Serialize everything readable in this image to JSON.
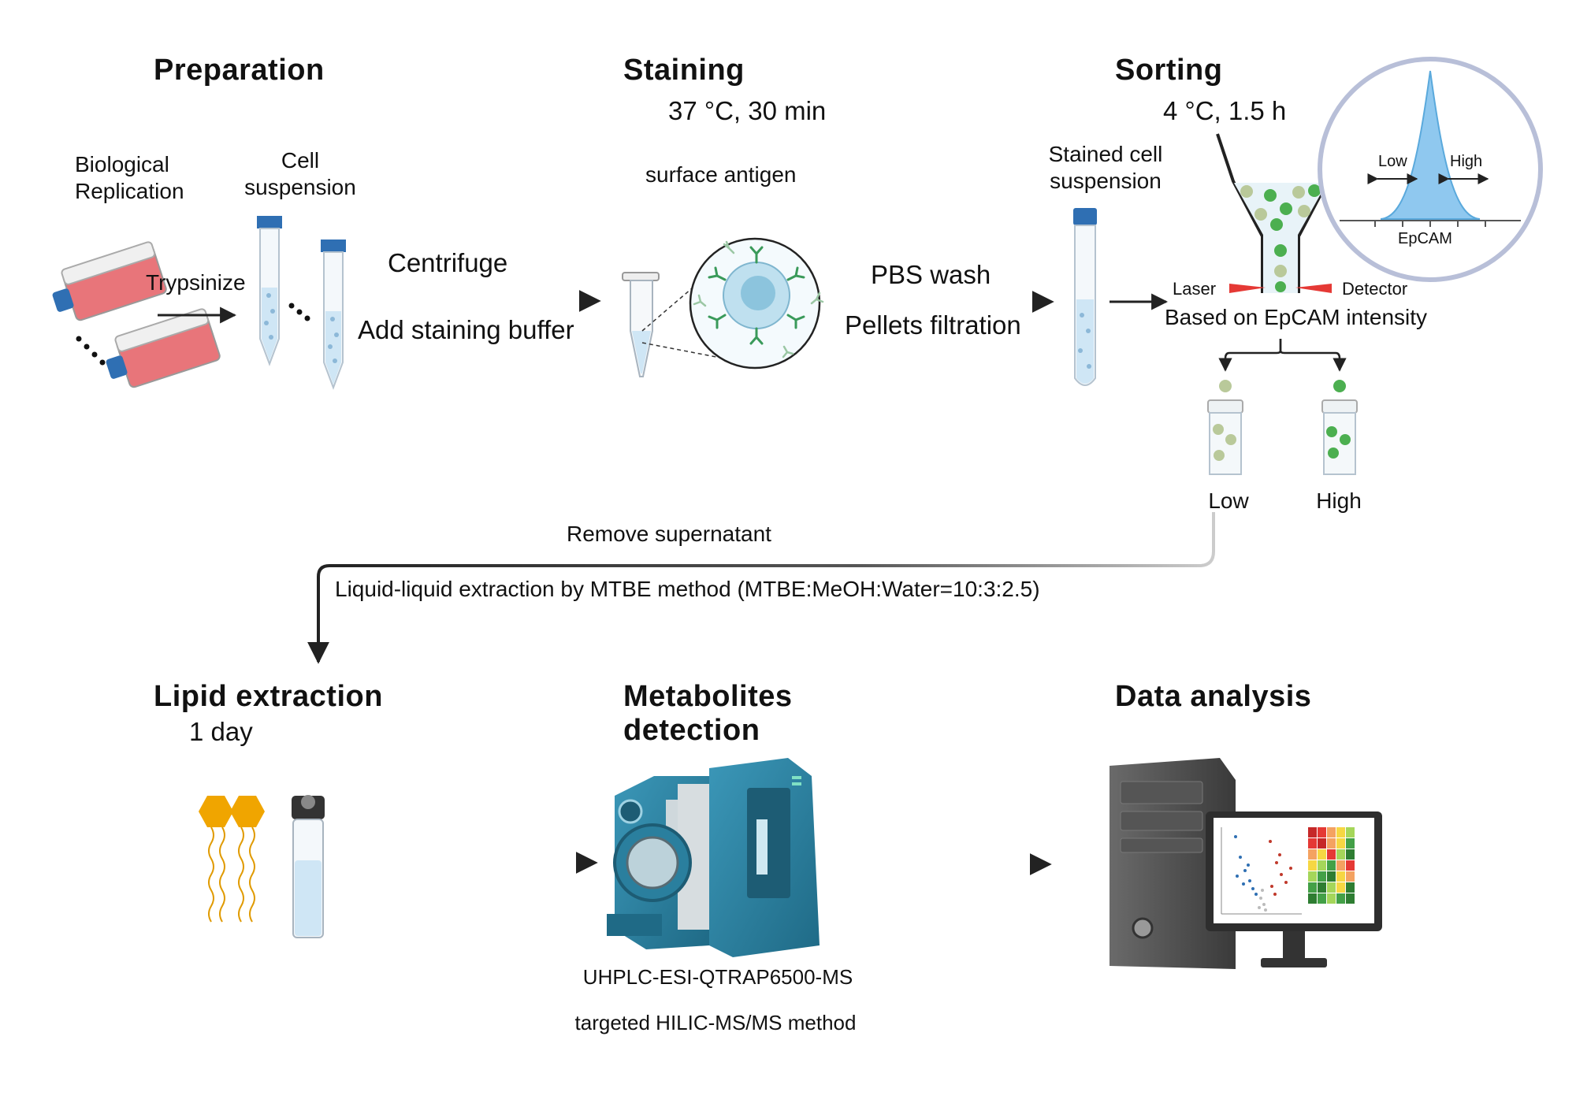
{
  "sections": {
    "preparation": {
      "title": "Preparation",
      "biological_replication_line1": "Biological",
      "biological_replication_line2": "Replication",
      "trypsinize": "Trypsinize",
      "cell_suspension_line1": "Cell",
      "cell_suspension_line2": "suspension",
      "centrifuge": "Centrifuge",
      "add_staining_buffer": "Add staining buffer"
    },
    "staining": {
      "title": "Staining",
      "condition": "37 °C, 30 min",
      "surface_antigen": "surface antigen",
      "pbs_wash": "PBS wash",
      "pellets_filtration": "Pellets filtration"
    },
    "sorting": {
      "title": "Sorting",
      "condition": "4 °C, 1.5 h",
      "stained_cell_suspension_line1": "Stained cell",
      "stained_cell_suspension_line2": "suspension",
      "laser": "Laser",
      "detector": "Detector",
      "based_on": "Based on EpCAM intensity",
      "histogram_low": "Low",
      "histogram_high": "High",
      "histogram_axis": "EpCAM",
      "tube_low": "Low",
      "tube_high": "High"
    },
    "transfer": {
      "remove_supernatant": "Remove supernatant",
      "extraction_method": "Liquid-liquid extraction by MTBE method (MTBE:MeOH:Water=10:3:2.5)"
    },
    "lipid_extraction": {
      "title": "Lipid extraction",
      "duration": "1 day"
    },
    "metabolites_detection": {
      "title_line1": "Metabolites",
      "title_line2": "detection",
      "instrument": "UHPLC-ESI-QTRAP6500-MS",
      "method": "targeted HILIC-MS/MS method"
    },
    "data_analysis": {
      "title": "Data analysis"
    }
  },
  "colors": {
    "flask_fill": "#e8757a",
    "cap_blue": "#2f6fb3",
    "tube_liquid": "#cfe6f5",
    "cell_green": "#4caf50",
    "cell_pale": "#b9c99a",
    "histogram_fill": "#8fc8ef",
    "lens_ring": "#b8bfd8",
    "lipid_gold": "#f0a500",
    "instrument_teal": "#2a7f9e",
    "computer_gray": "#4a4a4a",
    "volcano_blue": "#2f6fb3",
    "volcano_red": "#c0392b",
    "arrow": "#222222"
  },
  "icons": [
    "culture-flask-icon",
    "falcon-tube-icon",
    "microcentrifuge-tube-icon",
    "antibody-stained-cell-icon",
    "sorter-funnel-icon",
    "histogram-lens-icon",
    "collection-tube-icon",
    "lipid-molecule-icon",
    "glass-vial-icon",
    "mass-spectrometer-icon",
    "computer-workstation-icon"
  ]
}
